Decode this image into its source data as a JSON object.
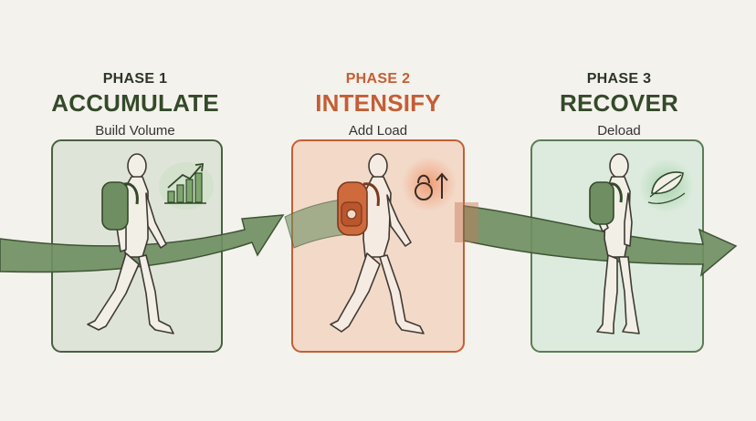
{
  "phases": [
    {
      "number": "PHASE 1",
      "name": "ACCUMULATE",
      "subtitle": "Build Volume",
      "icon": "bar-chart-up-icon"
    },
    {
      "number": "PHASE 2",
      "name": "INTENSIFY",
      "subtitle": "Add Load",
      "icon": "kettlebell-up-icon"
    },
    {
      "number": "PHASE 3",
      "name": "RECOVER",
      "subtitle": "Deload",
      "icon": "feather-icon"
    }
  ],
  "colors": {
    "background": "#f4f2ec",
    "phase1_panel": "#dfe4d8",
    "phase2_panel": "#f3d9c8",
    "phase3_panel": "#dcebdd",
    "arrow": "#6f8f62",
    "accent": "#c45e35",
    "dark_green": "#344a2a"
  }
}
